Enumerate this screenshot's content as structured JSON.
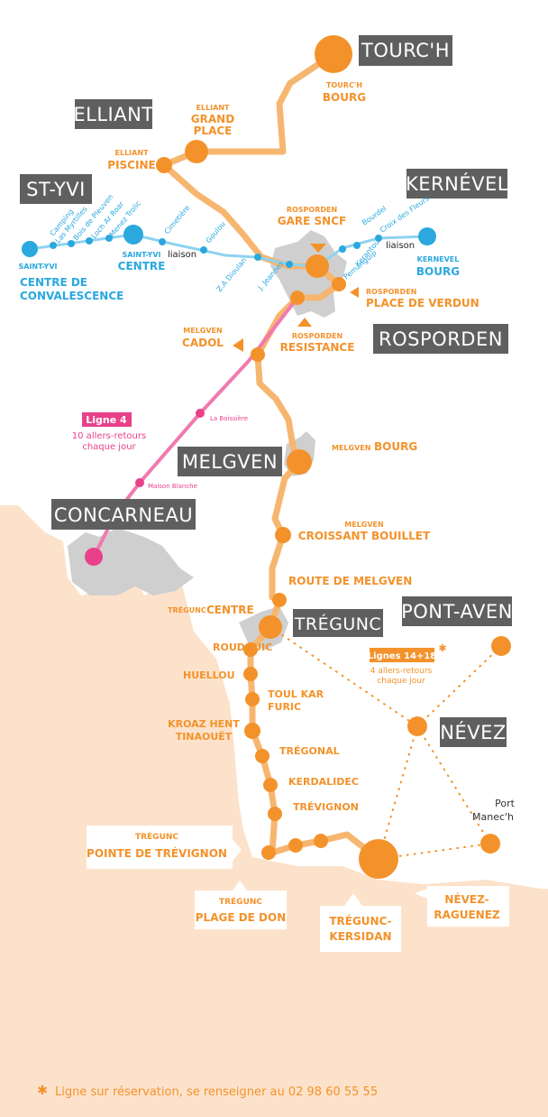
{
  "towns": {
    "tourch": "TOURC'H",
    "elliant": "ELLIANT",
    "styvi": "ST-YVI",
    "kernevel": "KERNÉVEL",
    "rosporden": "ROSPORDEN",
    "melgven": "MELGVEN",
    "concarneau": "CONCARNEAU",
    "tregunc": "TRÉGUNC",
    "pontaven": "PONT-AVEN",
    "nevez": "NÉVEZ"
  },
  "stops": {
    "tourch_bourg": {
      "small": "TOURC'H",
      "big": "BOURG"
    },
    "elliant_grandplace": {
      "small": "ELLIANT",
      "big1": "GRAND",
      "big2": "PLACE"
    },
    "elliant_piscine": {
      "small": "ELLIANT",
      "big": "PISCINE"
    },
    "rosporden_gare": {
      "small": "ROSPORDEN",
      "big": "GARE SNCF"
    },
    "rosporden_verdun": {
      "small": "ROSPORDEN",
      "big": "PLACE DE VERDUN"
    },
    "rosporden_resistance": {
      "small": "ROSPORDEN",
      "big": "RESISTANCE"
    },
    "melgven_cadol": {
      "small": "MELGVEN",
      "big": "CADOL"
    },
    "melgven_bourg": {
      "small": "MELGVEN",
      "big": "BOURG"
    },
    "melgven_croissant": {
      "small": "MELGVEN",
      "big": "CROISSANT BOUILLET"
    },
    "route_melgven": "ROUTE DE MELGVEN",
    "tregunc_centre": {
      "small": "TRÉGUNC",
      "big": "CENTRE"
    },
    "roudouic": "ROUDOUIC",
    "huellou": "HUELLOU",
    "toul_kar_furic": {
      "l1": "TOUL KAR",
      "l2": "FURIC"
    },
    "kroaz_hent": {
      "l1": "KROAZ HENT",
      "l2": "TINAOUËT"
    },
    "tregonal": "TRÉGONAL",
    "kerdalidec": "KERDALIDEC",
    "trevignon": "TRÉVIGNON",
    "pointe_trevignon": {
      "small": "TRÉGUNC",
      "big": "POINTE DE TRÉVIGNON"
    },
    "plage_don": {
      "small": "TRÉGUNC",
      "big": "PLAGE DE DON"
    },
    "kersidan": {
      "l1": "TRÉGUNC-",
      "l2": "KERSIDAN"
    },
    "raguenez": {
      "l1": "NÉVEZ-",
      "l2": "RAGUENEZ"
    },
    "port_manech": {
      "l1": "Port",
      "l2": "Manec'h"
    }
  },
  "styvi_line": {
    "saint_yvi_convalescence": {
      "small": "SAINT-YVI",
      "big1": "CENTRE DE",
      "big2": "CONVALESCENCE"
    },
    "saint_yvi_centre": {
      "small": "SAINT-YVI",
      "big": "CENTRE"
    },
    "kernevel_bourg": {
      "small": "KERNEVEL",
      "big": "BOURG"
    },
    "camping": "Camping",
    "myrtilles": "Las Myrtilles",
    "bois": "Bois de Pleuven",
    "loch": "Loch Ar Roar",
    "menez": "Menez Trolic",
    "cimetiere": "Cimetière",
    "gouelou": "Goulou",
    "za_dioulan": "Z.A Dioulan",
    "jeannes": "J. Jeannes",
    "kerantou": "Kerantou",
    "pemanguip": "Pemanguip",
    "bourdel": "Bourdel",
    "croix_fleurs": "Croix des Fleurs",
    "liaison1": "liaison",
    "liaison2": "liaison"
  },
  "ligne4": {
    "title": "Ligne 4",
    "line1": "10 allers-retours",
    "line2": "chaque jour",
    "boissiere": "La Boissière",
    "maison_blanche": "Maison Blanche"
  },
  "lignes1418": {
    "title": "Lignes 14+18",
    "line1": "4 allers-retours",
    "line2": "chaque jour"
  },
  "footnote": "Ligne sur réservation, se renseigner au 02 98 60 55 55",
  "asterisk": "✱",
  "colors": {
    "orange": "#f3922b",
    "orange_line": "#f7b670",
    "blue": "#2aa8df",
    "pink": "#e8418a",
    "sea": "#fde2cb",
    "urban": "#cfcfcf",
    "box": "#5f5f5f"
  }
}
